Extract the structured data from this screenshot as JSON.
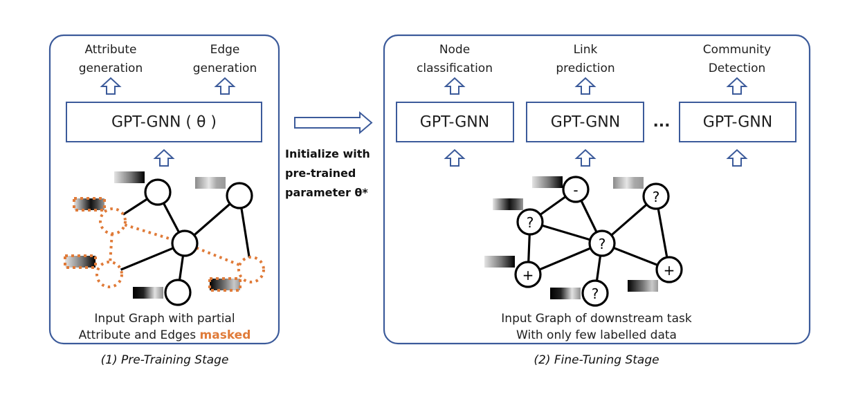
{
  "colors": {
    "frame": "#3b5a9a",
    "mask": "#e07b39",
    "ink": "#000000"
  },
  "pretraining": {
    "tasks": [
      {
        "line1": "Attribute",
        "line2": "generation"
      },
      {
        "line1": "Edge",
        "line2": "generation"
      }
    ],
    "model_label": "GPT-GNN ( θ )",
    "description_line1": "Input Graph with partial",
    "description_line2_prefix": "Attribute and Edges ",
    "description_line2_highlight": "masked",
    "caption": "(1) Pre-Training Stage",
    "graph": {
      "nodes": [
        {
          "id": "n-top",
          "masked": false,
          "symbol": ""
        },
        {
          "id": "n-topright",
          "masked": false,
          "symbol": ""
        },
        {
          "id": "n-center",
          "masked": false,
          "symbol": ""
        },
        {
          "id": "n-bottom",
          "masked": false,
          "symbol": ""
        },
        {
          "id": "n-left-upper",
          "masked": true,
          "symbol": ""
        },
        {
          "id": "n-left-lower",
          "masked": true,
          "symbol": ""
        },
        {
          "id": "n-right-lower",
          "masked": true,
          "symbol": ""
        }
      ],
      "edges": [
        {
          "from": "n-top",
          "to": "n-center",
          "masked": false
        },
        {
          "from": "n-topright",
          "to": "n-center",
          "masked": false
        },
        {
          "from": "n-center",
          "to": "n-bottom",
          "masked": false
        },
        {
          "from": "n-top",
          "to": "n-left-upper",
          "masked": false
        },
        {
          "from": "n-center",
          "to": "n-left-lower",
          "masked": false
        },
        {
          "from": "n-topright",
          "to": "n-right-lower",
          "masked": false
        },
        {
          "from": "n-left-upper",
          "to": "n-center",
          "masked": true
        },
        {
          "from": "n-left-upper",
          "to": "n-left-lower",
          "masked": true
        },
        {
          "from": "n-center",
          "to": "n-right-lower",
          "masked": true
        }
      ],
      "attributes": [
        {
          "node": "n-top",
          "gradient": "light-to-dark",
          "masked": false
        },
        {
          "node": "n-topright",
          "gradient": "gray-light-gray",
          "masked": false
        },
        {
          "node": "n-bottom",
          "gradient": "dark-light-gray",
          "masked": false
        },
        {
          "node": "n-left-upper",
          "gradient": "light-dark-gray",
          "masked": true
        },
        {
          "node": "n-left-lower",
          "gradient": "light-to-dark",
          "masked": true
        },
        {
          "node": "n-right-lower",
          "gradient": "dark-to-light",
          "masked": true
        }
      ]
    }
  },
  "transfer": {
    "line1": "Initialize with",
    "line2": "pre-trained",
    "line3": "parameter θ*"
  },
  "finetuning": {
    "tasks": [
      {
        "line1": "Node",
        "line2": "classification"
      },
      {
        "line1": "Link",
        "line2": "prediction"
      },
      {
        "line1": "Community",
        "line2": "Detection"
      }
    ],
    "model_labels": [
      "GPT-GNN",
      "GPT-GNN",
      "GPT-GNN"
    ],
    "ellipsis": "...",
    "description_line1": "Input Graph of downstream task",
    "description_line2": "With only few labelled data",
    "caption": "(2) Fine-Tuning Stage",
    "graph": {
      "nodes": [
        {
          "id": "m-minus",
          "symbol": "-"
        },
        {
          "id": "m-q-left",
          "symbol": "?"
        },
        {
          "id": "m-q-center",
          "symbol": "?"
        },
        {
          "id": "m-q-right",
          "symbol": "?"
        },
        {
          "id": "m-plus-left",
          "symbol": "+"
        },
        {
          "id": "m-q-bottom",
          "symbol": "?"
        },
        {
          "id": "m-plus-right",
          "symbol": "+"
        }
      ],
      "edges": [
        {
          "from": "m-minus",
          "to": "m-q-left"
        },
        {
          "from": "m-minus",
          "to": "m-q-center"
        },
        {
          "from": "m-q-left",
          "to": "m-q-center"
        },
        {
          "from": "m-q-left",
          "to": "m-plus-left"
        },
        {
          "from": "m-plus-left",
          "to": "m-q-center"
        },
        {
          "from": "m-q-center",
          "to": "m-q-right"
        },
        {
          "from": "m-q-center",
          "to": "m-q-bottom"
        },
        {
          "from": "m-q-center",
          "to": "m-plus-right"
        },
        {
          "from": "m-q-right",
          "to": "m-plus-right"
        }
      ],
      "attributes": [
        {
          "node": "m-minus",
          "gradient": "light-to-dark"
        },
        {
          "node": "m-q-left",
          "gradient": "light-dark-gray"
        },
        {
          "node": "m-q-right",
          "gradient": "gray-light-gray"
        },
        {
          "node": "m-plus-left",
          "gradient": "light-to-dark"
        },
        {
          "node": "m-q-bottom",
          "gradient": "dark-light-gray"
        },
        {
          "node": "m-plus-right",
          "gradient": "dark-to-light"
        }
      ]
    }
  }
}
